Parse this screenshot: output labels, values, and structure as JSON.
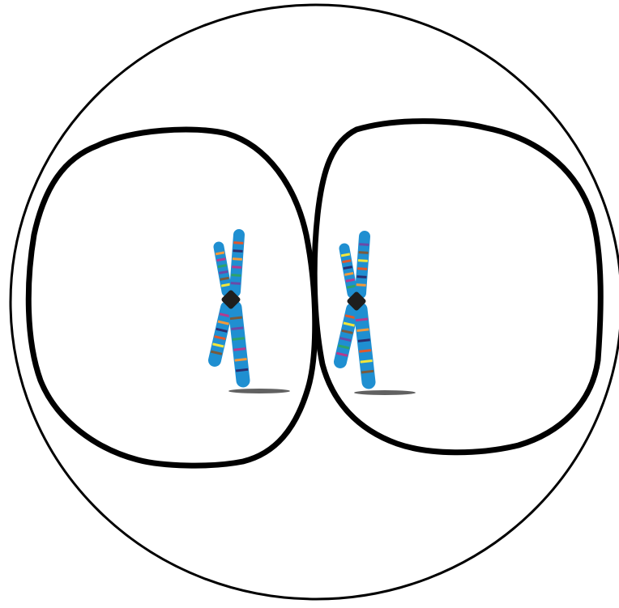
{
  "diagram": {
    "subject": "cell-division",
    "structures": [
      "outer-cell-membrane",
      "left-nucleus",
      "right-nucleus",
      "left-chromosome",
      "right-chromosome"
    ],
    "colors": {
      "background": "#ffffff",
      "outline": "#000000",
      "chromatid_base": "#1f8fd1",
      "bands": [
        "#e2582b",
        "#f2e63a",
        "#7a5b3c",
        "#6b4aa8",
        "#2ea36a",
        "#b33b8f",
        "#f29a3a",
        "#2d2d6e"
      ],
      "centromere": "#1e1e1e",
      "shadow": "#3a3a3a"
    }
  }
}
